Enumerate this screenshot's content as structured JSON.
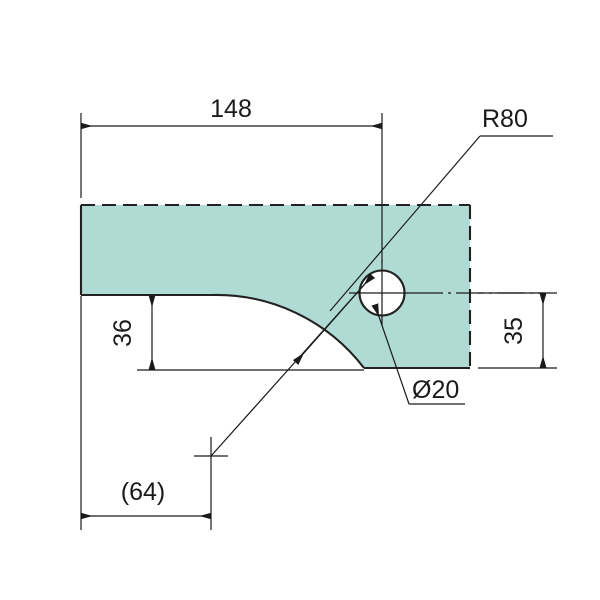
{
  "drawing": {
    "title": "Mechanical part outline with radius cut and through hole",
    "background_color": "#ffffff",
    "part_fill_color": "#b0dbd4",
    "line_color": "#222222",
    "text_color": "#1a1a1a",
    "units": "mm"
  },
  "dimensions": {
    "overall_length": {
      "label": "148",
      "name": "horizontal-overall-length",
      "orientation": "horizontal",
      "value": 148
    },
    "height_left": {
      "label": "36",
      "name": "vertical-height-left",
      "orientation": "vertical-rotated",
      "value": 36
    },
    "height_right": {
      "label": "35",
      "name": "vertical-height-right",
      "orientation": "vertical-rotated",
      "value": 35
    },
    "arc_center_offset": {
      "label": "(64)",
      "name": "reference-arc-center-offset",
      "orientation": "horizontal",
      "value": 64,
      "reference": true
    },
    "radius": {
      "label": "R80",
      "name": "arc-radius-callout",
      "value": 80
    },
    "hole_diameter": {
      "label": "Ø20",
      "name": "hole-diameter-callout",
      "value": 20
    }
  },
  "features": {
    "hole": {
      "name": "through-hole",
      "diameter_label": "Ø20"
    },
    "arc": {
      "name": "fillet-arc-r80",
      "radius_label": "R80"
    },
    "part_body": {
      "name": "part-body-outline"
    }
  },
  "chart_data": {
    "type": "table",
    "title": "Engineering drawing dimension callouts",
    "categories": [
      "148",
      "36",
      "35",
      "(64)",
      "R80",
      "Ø20"
    ],
    "values": [
      148,
      36,
      35,
      64,
      80,
      20
    ]
  }
}
